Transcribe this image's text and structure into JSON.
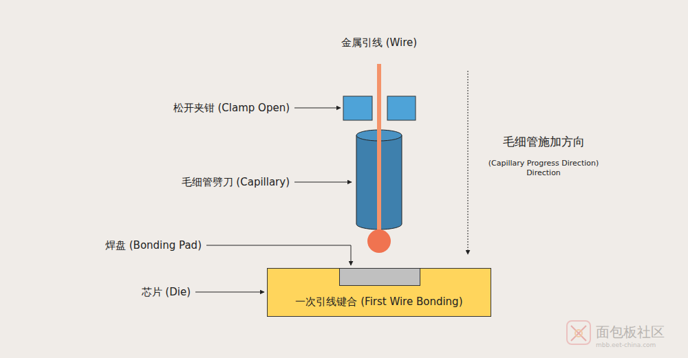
{
  "diagram": {
    "nodes": [
      {
        "text": [
          "一次引线键合 (First Wire Bonding)"
        ]
      }
    ],
    "labels": [
      "金属引线 (Wire)",
      "松开夹钳 (Clamp Open)",
      "毛细管劈刀 (Capillary)",
      "焊盘 (Bonding Pad)",
      "芯片 (Die)",
      "毛细管施加方向",
      "(Capillary Progress Direction) Direction",
      "面包板社区",
      "mbb.eet-china.com"
    ]
  }
}
